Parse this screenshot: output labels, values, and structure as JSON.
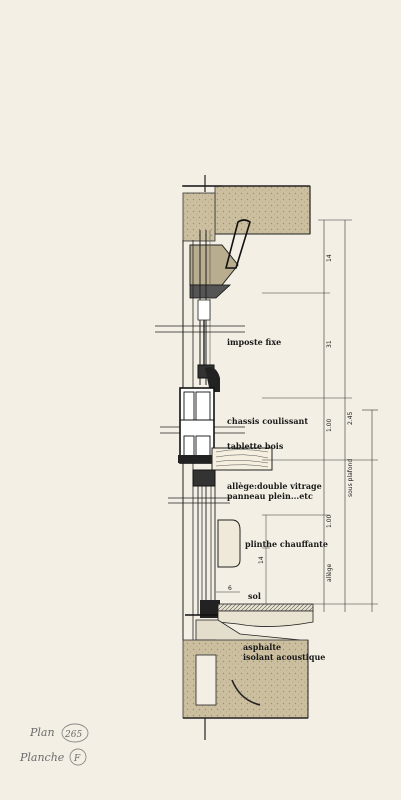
{
  "labels": {
    "imposte": "imposte fixe",
    "chassis": "chassis coulissant",
    "tablette": "tablette bois",
    "allege1": "allège:double vitrage",
    "allege2": "panneau plein...etc",
    "plinthe": "plinthe chauffante",
    "sol": "sol",
    "asphalte": "asphalte",
    "isolant": "isolant acoustique"
  },
  "dimensions": {
    "d14_top": "14",
    "d31": "31",
    "d100_mid": "1.00",
    "d245": "2.45",
    "sous_plafond": "sous plafond",
    "d100_low": "1.00",
    "allege": "allège",
    "d14_low": "14",
    "d6": "6"
  },
  "handwriting": {
    "plan_label": "Plan",
    "plan_number": "265",
    "planche_label": "Planche",
    "planche_letter": "F"
  }
}
